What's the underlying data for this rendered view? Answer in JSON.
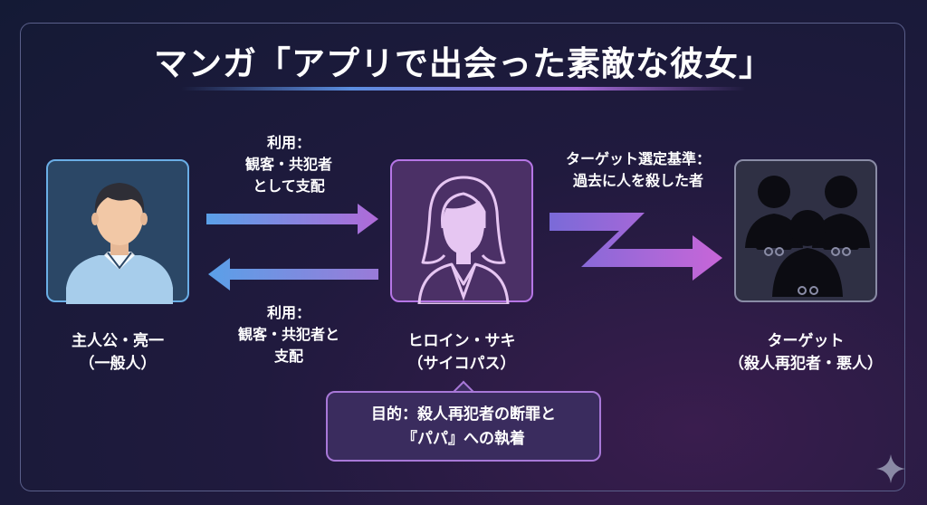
{
  "title": "マンガ「アプリで出会った素敵な彼女」",
  "colors": {
    "hero_accent": "#6aaee6",
    "heroine_accent": "#b676e6",
    "target_accent": "#8a8ca6"
  },
  "nodes": {
    "hero": {
      "name": "主人公・亮一",
      "role": "（一般人）",
      "icon": "man-avatar-icon"
    },
    "heroine": {
      "name": "ヒロイン・サキ",
      "role": "（サイコパス）",
      "icon": "woman-avatar-icon"
    },
    "target": {
      "name": "ターゲット",
      "role": "（殺人再犯者・悪人）",
      "icon": "handcuffed-group-icon"
    }
  },
  "edges": {
    "hero_to_heroine": {
      "line1": "利用：",
      "line2": "観客・共犯者",
      "line3": "として支配"
    },
    "heroine_to_hero": {
      "line1": "利用：",
      "line2": "観客・共犯者と",
      "line3": "支配"
    },
    "heroine_to_target": {
      "line1": "ターゲット選定基準：",
      "line2": "過去に人を殺した者"
    }
  },
  "purpose": {
    "line1": "目的：殺人再犯者の断罪と",
    "line2": "『パパ』への執着"
  }
}
